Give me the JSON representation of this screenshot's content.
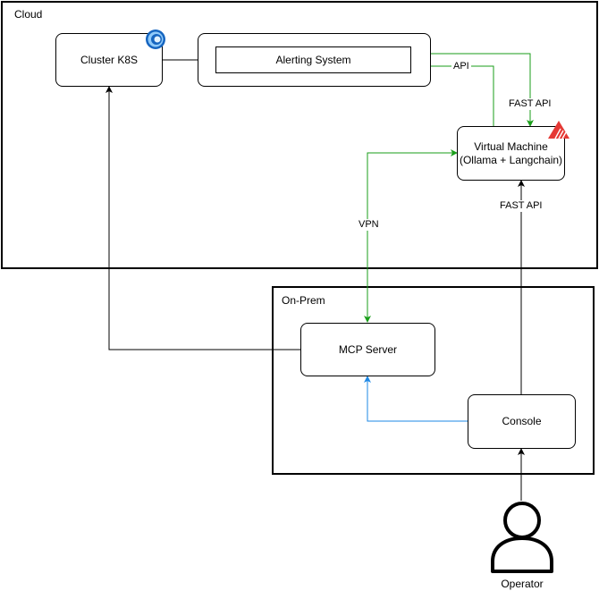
{
  "zones": {
    "cloud": {
      "label": "Cloud"
    },
    "onprem": {
      "label": "On-Prem"
    }
  },
  "nodes": {
    "cluster": {
      "label": "Cluster K8S"
    },
    "alerting": {
      "label": "Alerting System"
    },
    "vm": {
      "line1": "Virtual Machine",
      "line2": "(Ollama + Langchain)"
    },
    "mcp": {
      "label": "MCP Server"
    },
    "console": {
      "label": "Console"
    },
    "operator": {
      "label": "Operator"
    }
  },
  "edges": {
    "api": "API",
    "fastapi_top": "FAST API",
    "fastapi_bottom": "FAST API",
    "vpn": "VPN"
  },
  "colors": {
    "green": "#1a9e1a",
    "blue": "#1e88e5",
    "black": "#000000",
    "red_logo": "#e53935",
    "k8s_blue": "#1565c0"
  },
  "icons": {
    "cluster": "kubernetes-logo-icon",
    "vm": "red-triangle-logo-icon",
    "operator": "person-icon"
  }
}
